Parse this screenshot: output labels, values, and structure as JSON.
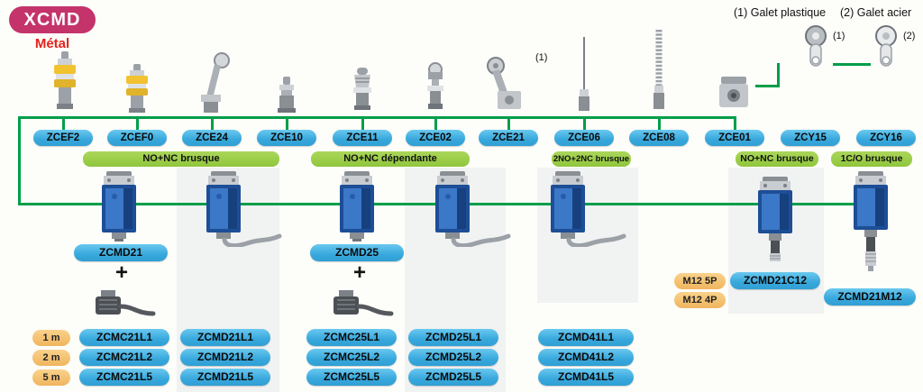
{
  "header": {
    "badge": "XCMD",
    "subtitle": "Métal",
    "legend_plastic": "(1) Galet plastique",
    "legend_steel": "(2) Galet acier",
    "mark1": "(1)",
    "mark2": "(2)"
  },
  "head_note": "(1)",
  "head_codes": [
    "ZCEF2",
    "ZCEF0",
    "ZCE24",
    "ZCE10",
    "ZCE11",
    "ZCE02",
    "ZCE21",
    "ZCE06",
    "ZCE08",
    "ZCE01",
    "ZCY15",
    "ZCY16"
  ],
  "functions": [
    "NO+NC brusque",
    "NO+NC dépendante",
    "2NO+2NC brusque",
    "NO+NC brusque",
    "1C/O brusque"
  ],
  "bodies": {
    "zcmd21": "ZCMD21",
    "zcmd25": "ZCMD25",
    "plus": "+"
  },
  "connector_options": {
    "m12_5p": "M12 5P",
    "m12_4p": "M12 4P",
    "zcmd21c12": "ZCMD21C12",
    "zcmd21m12": "ZCMD21M12"
  },
  "cable_lengths": [
    "1 m",
    "2 m",
    "5 m"
  ],
  "product_grid": [
    [
      "ZCMC21L1",
      "ZCMC21L2",
      "ZCMC21L5"
    ],
    [
      "ZCMD21L1",
      "ZCMD21L2",
      "ZCMD21L5"
    ],
    [
      "ZCMC25L1",
      "ZCMC25L2",
      "ZCMC25L5"
    ],
    [
      "ZCMD25L1",
      "ZCMD25L2",
      "ZCMD25L5"
    ],
    [
      "ZCMD41L1",
      "ZCMD41L2",
      "ZCMD41L5"
    ]
  ],
  "colors": {
    "accent_blue": "#38a8dc",
    "accent_green": "#8fc63c",
    "accent_orange": "#f0b55e",
    "brand_red": "#c4336a",
    "line_green": "#009e49"
  }
}
